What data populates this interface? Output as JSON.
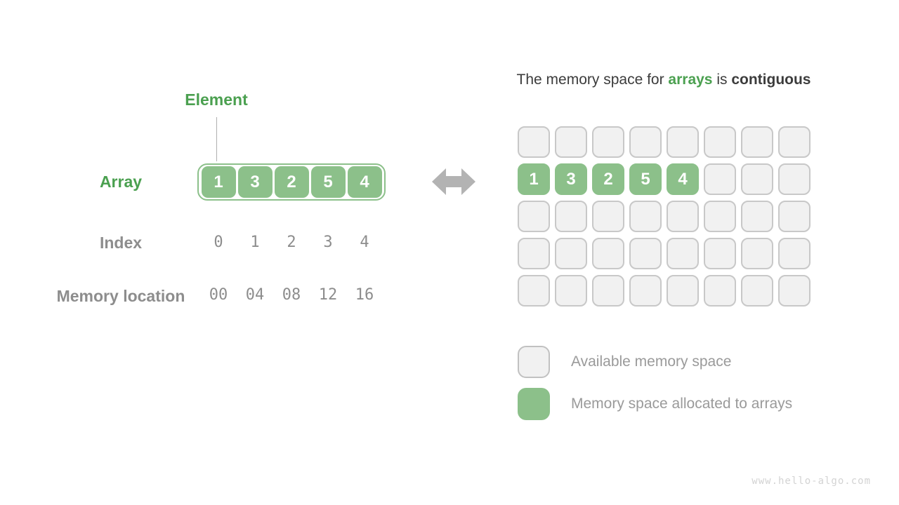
{
  "left_panel": {
    "element_label": "Element",
    "array_label": "Array",
    "index_label": "Index",
    "memory_label": "Memory location",
    "array_values": [
      "1",
      "3",
      "2",
      "5",
      "4"
    ],
    "index_values": [
      "0",
      "1",
      "2",
      "3",
      "4"
    ],
    "memory_values": [
      "00",
      "04",
      "08",
      "12",
      "16"
    ]
  },
  "right_panel": {
    "title": {
      "prefix": "The memory space for ",
      "highlight": "arrays",
      "middle": " is ",
      "emphasis": "contiguous"
    },
    "memory_grid": {
      "rows": 5,
      "cols": 8,
      "filled_row": 1,
      "filled_values": [
        "1",
        "3",
        "2",
        "5",
        "4"
      ]
    },
    "legend": [
      {
        "swatch": "available",
        "label": "Available memory space"
      },
      {
        "swatch": "allocated",
        "label": "Memory space allocated to arrays"
      }
    ]
  },
  "watermark": "www.hello-algo.com",
  "colors": {
    "green_fill": "#8CC08A",
    "green_text": "#4BA050",
    "dark_text": "#3c3c3c",
    "gray_text": "#8d8d8d",
    "legend_text": "#9a9a9a",
    "cell_fill": "#f1f1f1",
    "cell_border": "#c8c8c8",
    "arrow": "#b3b3b3",
    "watermark": "#d3d3d3"
  }
}
